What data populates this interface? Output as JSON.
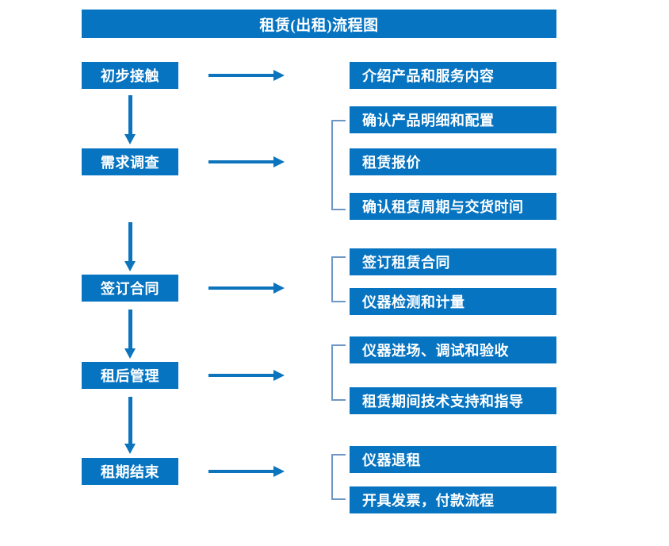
{
  "title": "租赁(出租)流程图",
  "colors": {
    "box_fill": "#0674c1",
    "box_text": "#ffffff",
    "arrow": "#0b74bd",
    "bracket": "#6f97c4",
    "background": "#ffffff"
  },
  "stages": [
    {
      "label": "初步接触"
    },
    {
      "label": "需求调查"
    },
    {
      "label": "签订合同"
    },
    {
      "label": "租后管理"
    },
    {
      "label": "租期结束"
    }
  ],
  "details": [
    {
      "label": "介绍产品和服务内容"
    },
    {
      "label": "确认产品明细和配置"
    },
    {
      "label": "租赁报价"
    },
    {
      "label": "确认租赁周期与交货时间"
    },
    {
      "label": "签订租赁合同"
    },
    {
      "label": "仪器检测和计量"
    },
    {
      "label": "仪器进场、调试和验收"
    },
    {
      "label": "租赁期间技术支持和指导"
    },
    {
      "label": "仪器退租"
    },
    {
      "label": "开具发票，付款流程"
    }
  ],
  "connectors": {
    "horizontal_arrow_count": 5,
    "vertical_arrow_count": 4,
    "bracket_count": 4
  }
}
